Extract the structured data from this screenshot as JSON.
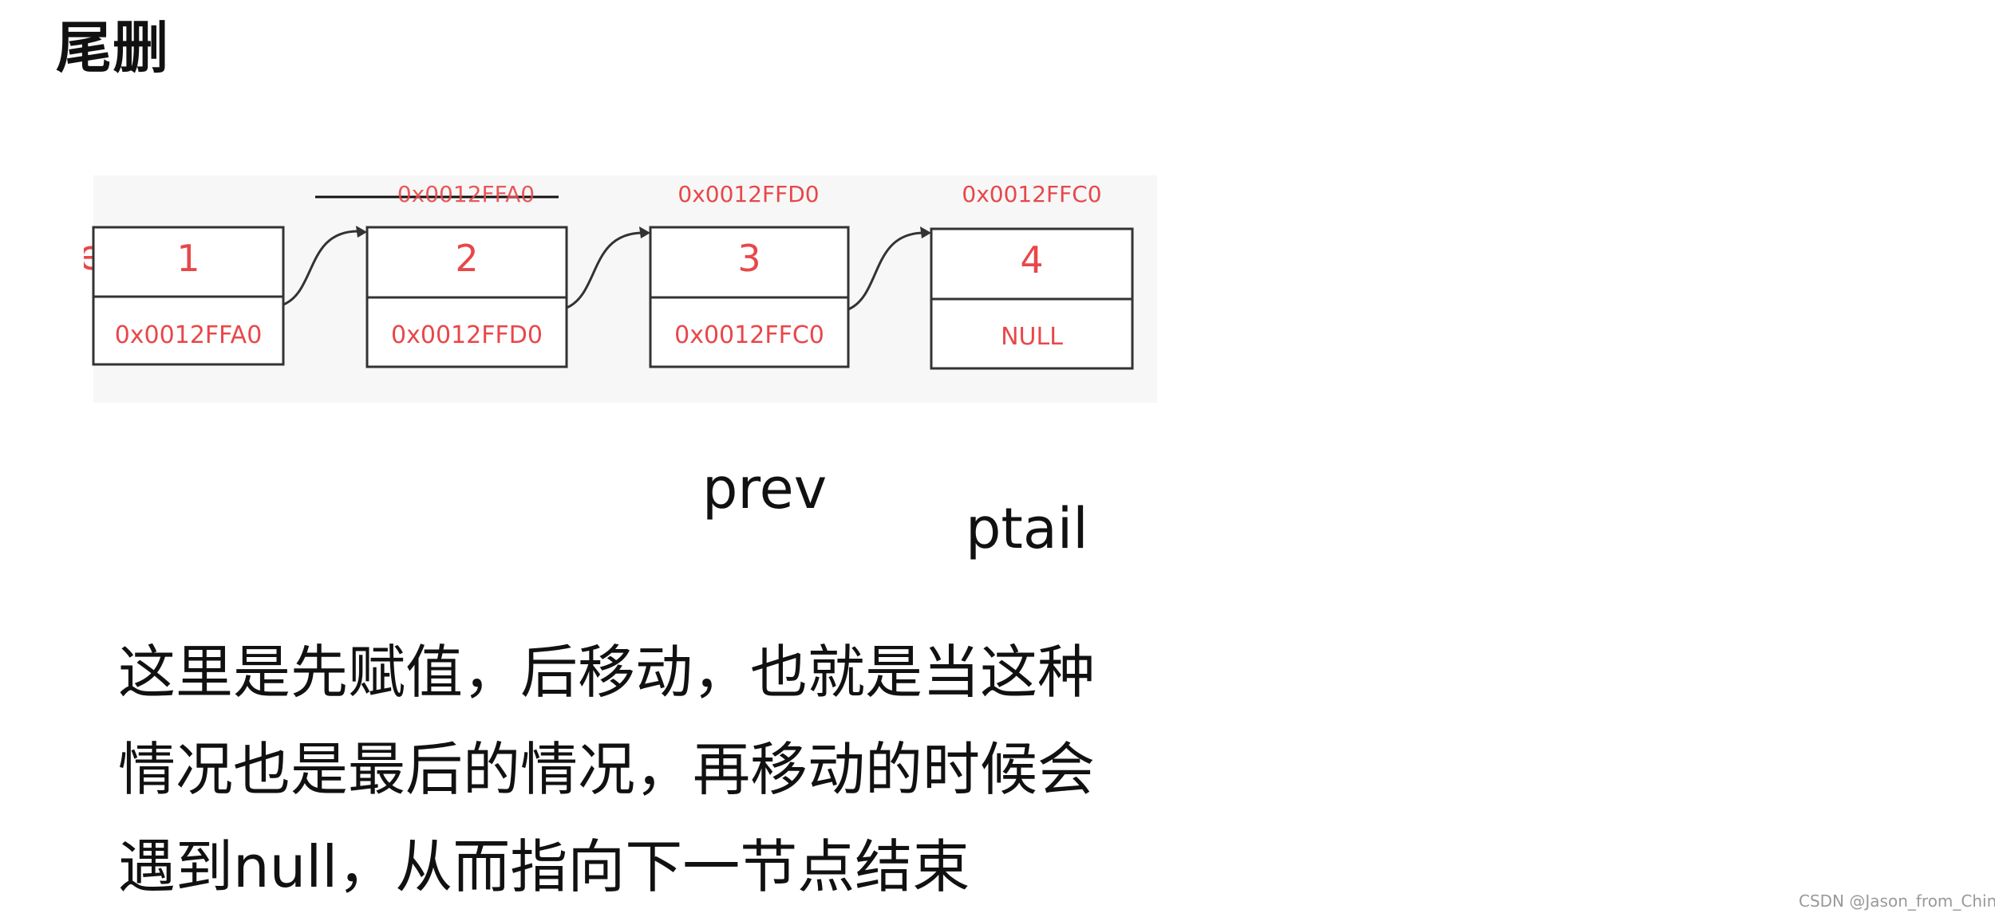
{
  "title": "尾删",
  "colors": {
    "accent_red": "#e8474a",
    "box_border": "#333333",
    "diagram_bg": "#f7f7f7"
  },
  "nodes": [
    {
      "data": "1",
      "next": "0x0012FFA0",
      "address": ""
    },
    {
      "data": "2",
      "next": "0x0012FFD0",
      "address": "0x0012FFA0"
    },
    {
      "data": "3",
      "next": "0x0012FFC0",
      "address": "0x0012FFD0"
    },
    {
      "data": "4",
      "next": "NULL",
      "address": "0x0012FFC0"
    }
  ],
  "pointers": {
    "prev": "prev",
    "ptail": "ptail"
  },
  "description": [
    "这里是先赋值，后移动，也就是当这种",
    "情况也是最后的情况，再移动的时候会",
    "遇到null，从而指向下一节点结束"
  ],
  "watermark": "CSDN @Jason_from_China"
}
